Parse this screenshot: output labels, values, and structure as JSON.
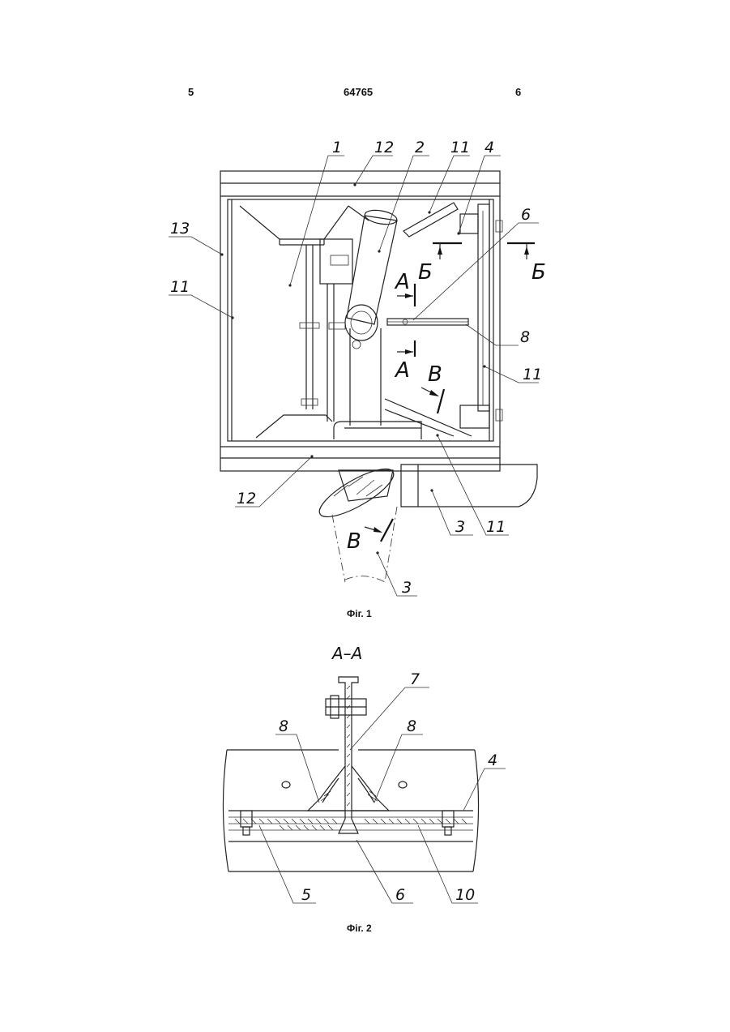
{
  "header": {
    "left_page": "5",
    "patent_number": "64765",
    "right_page": "6"
  },
  "figures": [
    {
      "caption": "Фіг. 1",
      "part_labels": [
        "1",
        "12",
        "2",
        "11",
        "4",
        "6",
        "13",
        "11",
        "8",
        "11",
        "12",
        "3",
        "11",
        "3"
      ],
      "section_marks": [
        "А",
        "А",
        "Б",
        "Б",
        "В",
        "В"
      ]
    },
    {
      "caption": "Фіг. 2",
      "section_title": "А–А",
      "part_labels": [
        "7",
        "8",
        "8",
        "4",
        "5",
        "6",
        "10"
      ]
    }
  ]
}
